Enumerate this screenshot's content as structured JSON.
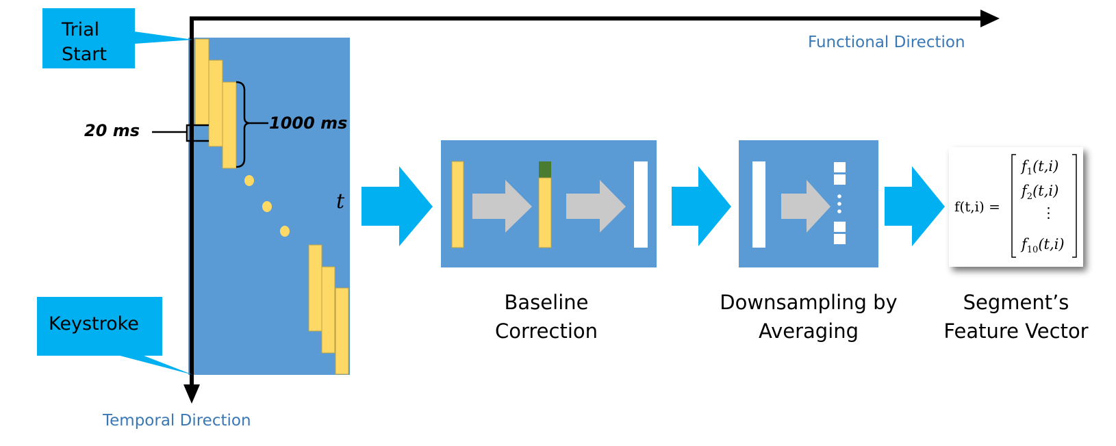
{
  "callouts": {
    "trial_start": [
      "Trial",
      "Start"
    ],
    "keystroke": "Keystroke"
  },
  "axes": {
    "functional": "Functional Direction",
    "temporal": "Temporal Direction"
  },
  "intervals": {
    "step": "20 ms",
    "window": "1000 ms"
  },
  "time_symbol": "t",
  "stages": {
    "baseline": [
      "Baseline",
      "Correction"
    ],
    "downsampling": [
      "Downsampling by",
      "Averaging"
    ],
    "feature_vector": [
      "Segment’s",
      "Feature Vector"
    ]
  },
  "equation": {
    "lhs": "f(t,i) =",
    "entries": [
      {
        "base": "f",
        "sub": "1",
        "args": "(t,i)"
      },
      {
        "base": "f",
        "sub": "2",
        "args": "(t,i)"
      },
      {
        "base": "⋮",
        "sub": "",
        "args": ""
      },
      {
        "base": "f",
        "sub": "10",
        "args": "(t,i)"
      }
    ]
  },
  "colors": {
    "panel_blue": "#5b9bd5",
    "bar_yellow": "#ffd966",
    "callout_cyan": "#00b0f0",
    "arrow_cyan": "#00b0f0",
    "arrow_gray": "#c9c9c9",
    "baseline_green": "#4a7c2f",
    "direction_text": "#3a78b5"
  }
}
